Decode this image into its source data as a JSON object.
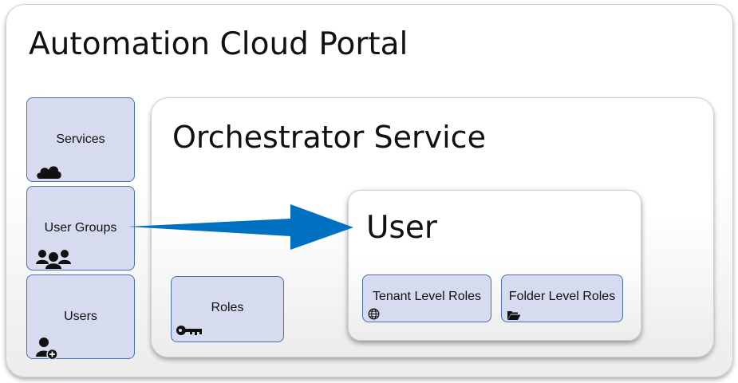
{
  "portal": {
    "title": "Automation Cloud Portal"
  },
  "sidebar": {
    "items": [
      {
        "label": "Services",
        "icon": "cloud-icon"
      },
      {
        "label": "User Groups",
        "icon": "group-icon"
      },
      {
        "label": "Users",
        "icon": "add-user-icon"
      }
    ]
  },
  "orchestrator": {
    "title": "Orchestrator Service",
    "roles": {
      "label": "Roles",
      "icon": "key-icon"
    }
  },
  "user_panel": {
    "title": "User",
    "tenant_roles": {
      "label": "Tenant Level Roles",
      "icon": "globe-icon"
    },
    "folder_roles": {
      "label": "Folder Level Roles",
      "icon": "folder-open-icon"
    }
  },
  "colors": {
    "box_fill": "#d6dbf0",
    "box_border": "#4a6fb5",
    "arrow": "#0070c0"
  }
}
